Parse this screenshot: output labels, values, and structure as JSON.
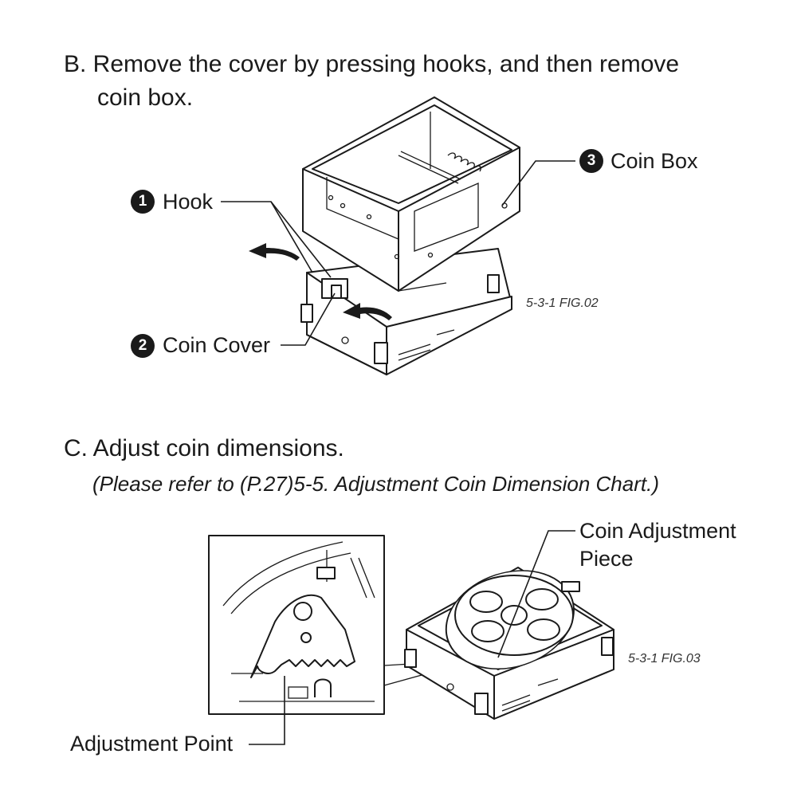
{
  "sectionB": {
    "line1": "B. Remove the cover by pressing hooks, and then remove",
    "line2": "coin box.",
    "callouts": [
      {
        "num": "1",
        "label": "Hook"
      },
      {
        "num": "2",
        "label": "Coin Cover"
      },
      {
        "num": "3",
        "label": "Coin Box"
      }
    ],
    "figure_id": "5-3-1 FIG.02"
  },
  "sectionC": {
    "line1": "C. Adjust coin dimensions.",
    "note": "(Please refer to (P.27)5-5. Adjustment Coin Dimension Chart.)",
    "callout_piece_line1": "Coin Adjustment",
    "callout_piece_line2": "Piece",
    "callout_point": "Adjustment Point",
    "figure_id": "5-3-1 FIG.03"
  },
  "icons": [
    "arrow-left-icon",
    "number-badge-icon"
  ]
}
